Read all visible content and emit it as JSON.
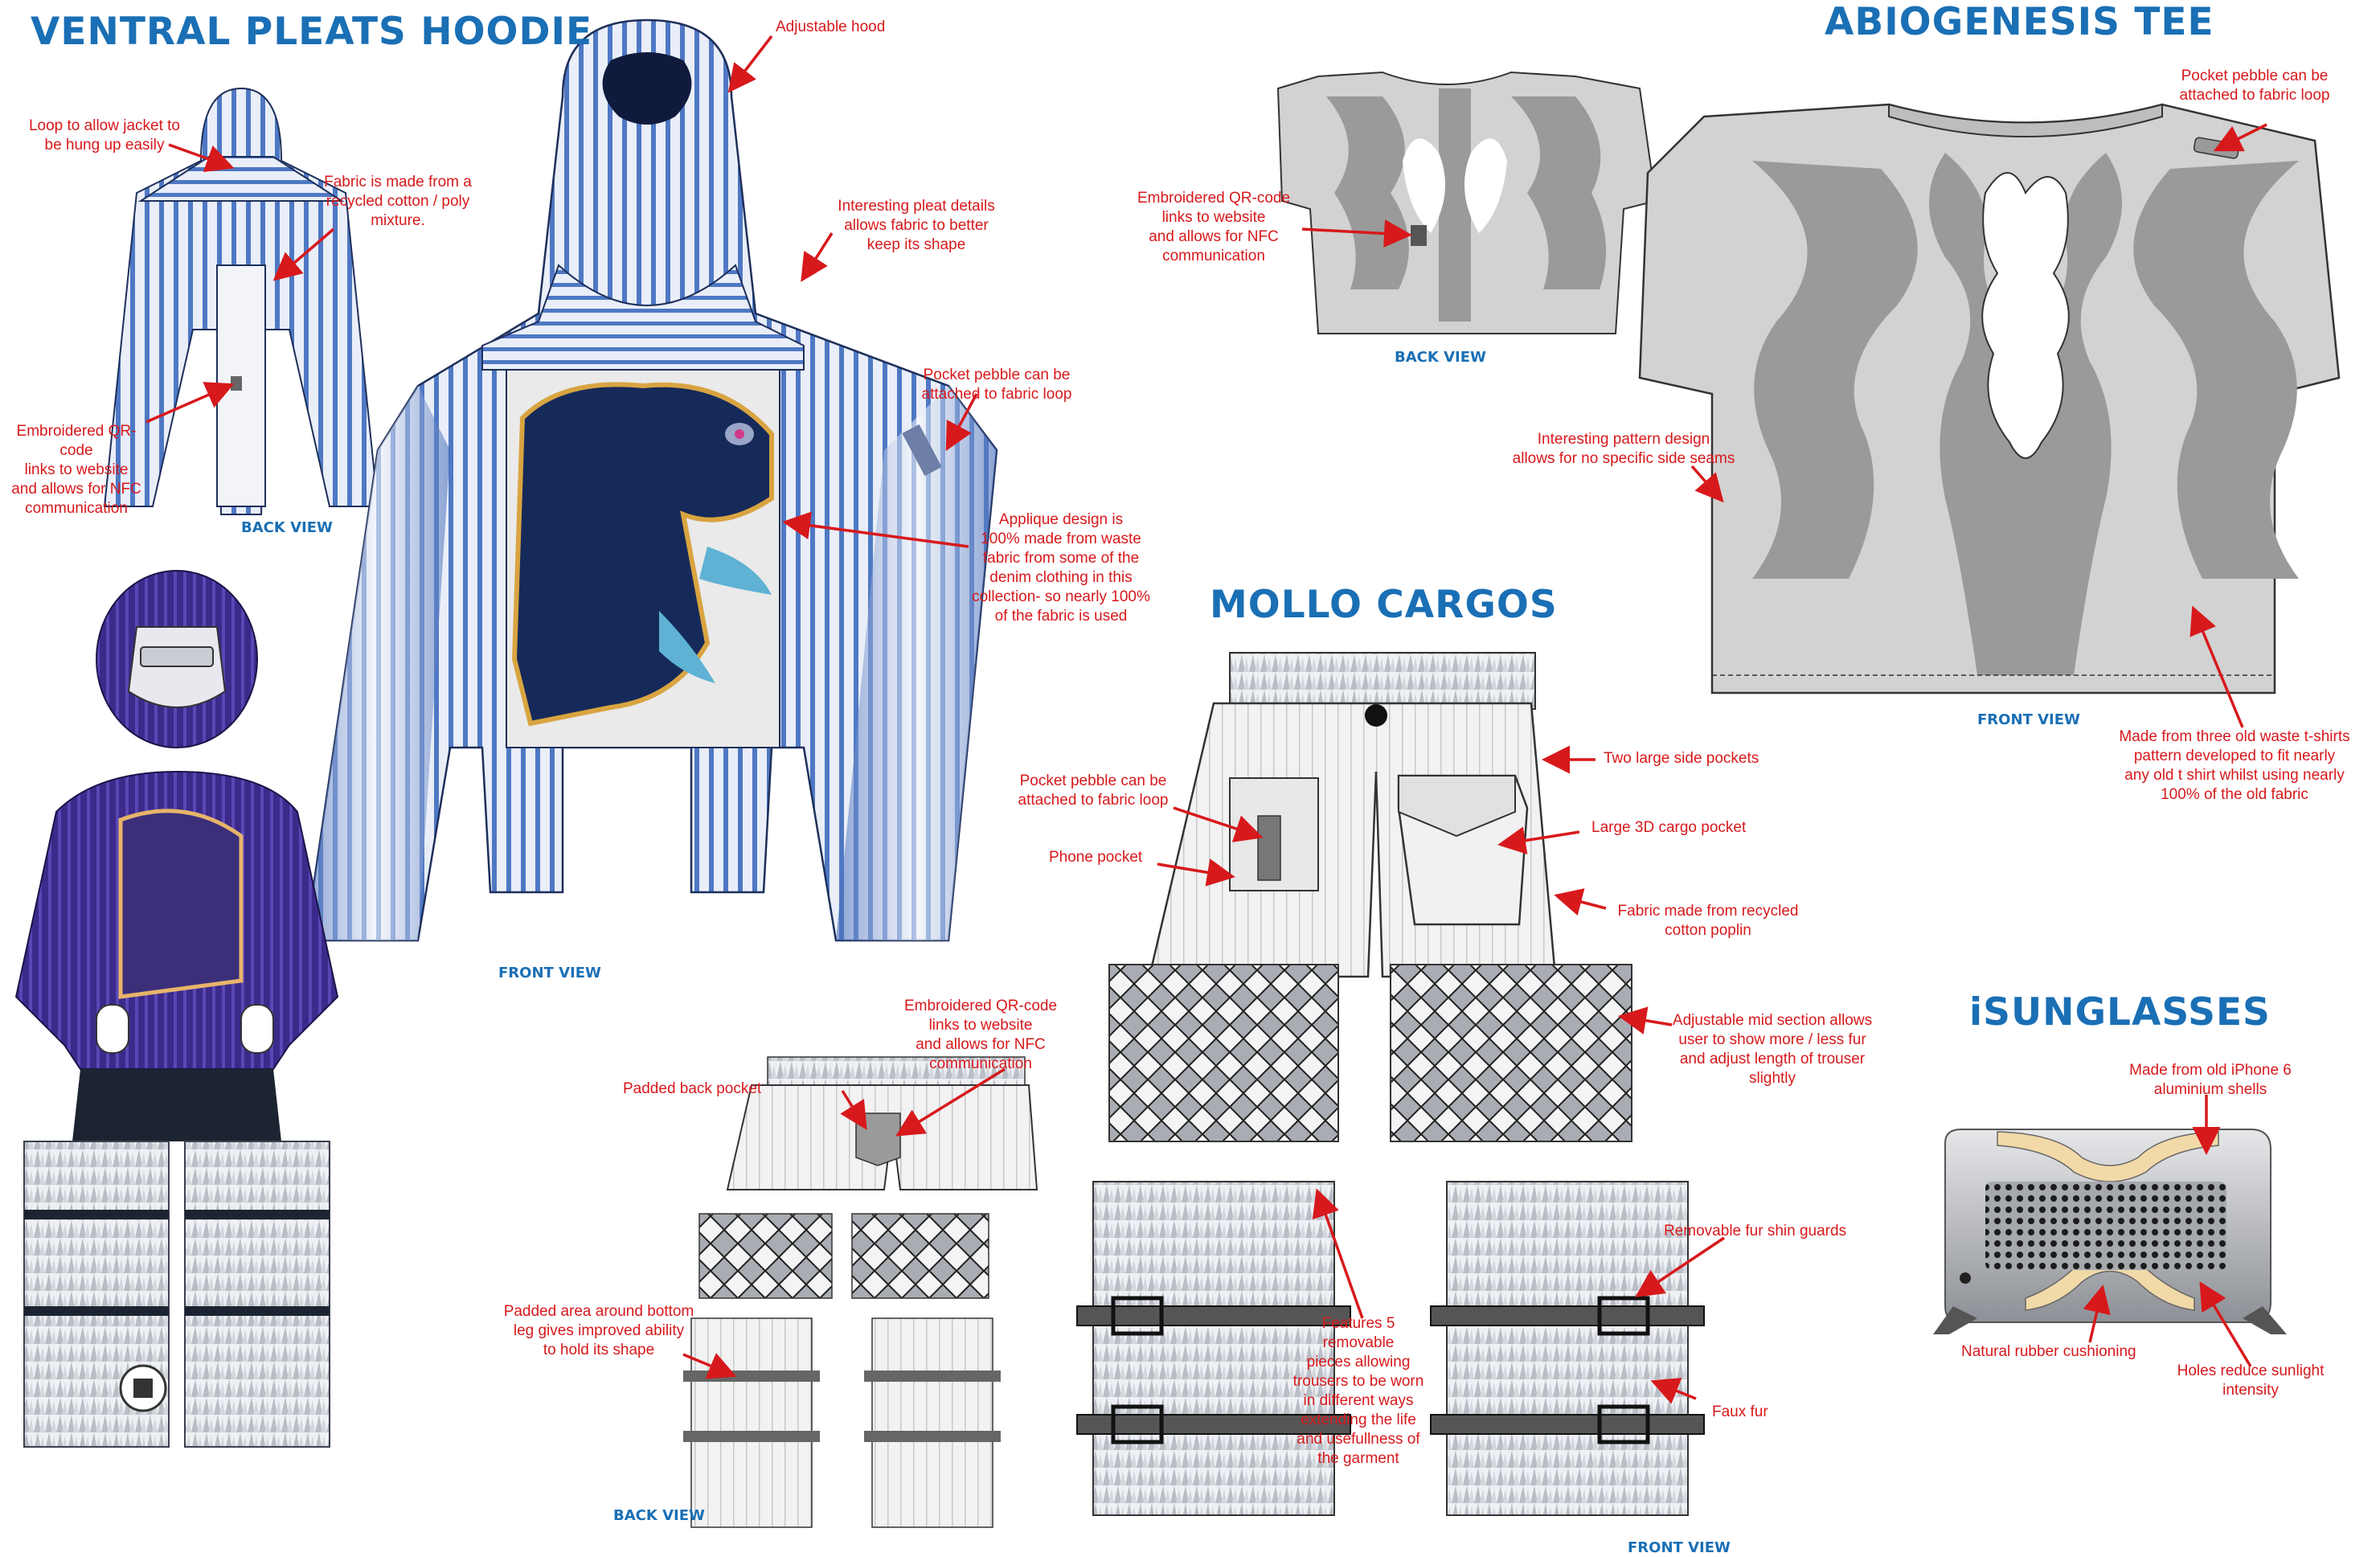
{
  "titles": {
    "hoodie": "VENTRAL PLEATS HOODIE",
    "tee": "ABIOGENESIS TEE",
    "cargos": "MOLLO CARGOS",
    "sunglasses": "iSUNGLASSES"
  },
  "views": {
    "hoodie_back": "BACK VIEW",
    "hoodie_front": "FRONT VIEW",
    "tee_back": "BACK VIEW",
    "tee_front": "FRONT VIEW",
    "cargos_back": "BACK VIEW",
    "cargos_front": "FRONT VIEW"
  },
  "notes": {
    "hoodie_loop": "Loop to allow jacket to\nbe hung up easily",
    "hoodie_fabric": "Fabric is made from a\nrecycled cotton / poly\nmixture.",
    "hoodie_qr": "Embroidered QR-code\nlinks to website\nand allows for NFC\ncommunication",
    "hoodie_hood": "Adjustable hood",
    "hoodie_pleat": "Interesting pleat details\nallows fabric to better\nkeep its shape",
    "hoodie_pebble": "Pocket pebble can be\nattached to fabric loop",
    "hoodie_applique": "Applique design is\n100% made from waste\nfabric from some of the\ndenim clothing in this\ncollection- so nearly 100%\nof the fabric is used",
    "tee_qr": "Embroidered QR-code\nlinks to website\nand allows for NFC\ncommunication",
    "tee_pebble": "Pocket pebble can be\nattached to fabric loop",
    "tee_pattern": "Interesting pattern design\nallows for no specific side seams",
    "tee_waste": "Made from three old waste t-shirts\npattern developed to fit nearly\nany old t shirt whilst using nearly\n100% of the old fabric",
    "cargo_pebble": "Pocket pebble can be\nattached to fabric loop",
    "cargo_phone": "Phone pocket",
    "cargo_side": "Two large side pockets",
    "cargo_3d": "Large 3D cargo pocket",
    "cargo_poplin": "Fabric made from recycled\ncotton poplin",
    "cargo_qr": "Embroidered QR-code\nlinks to website\nand allows for NFC\ncommunication",
    "cargo_padded_pocket": "Padded back pocket",
    "cargo_padded_leg": "Padded area around bottom\nleg gives improved ability\nto hold its shape",
    "cargo_mid": "Adjustable mid section allows\nuser to show more / less fur\nand adjust length of trouser\nslightly",
    "cargo_shin": "Removable fur shin guards",
    "cargo_faux": "Faux fur",
    "cargo_pieces": "Features 5 removable\npieces allowing\ntrousers to be worn\nin different ways\nextending the life\nand usefullness of\nthe garment",
    "sun_shells": "Made from old iPhone 6\naluminium shells",
    "sun_rubber": "Natural rubber cushioning",
    "sun_holes": "Holes reduce sunlight\nintensity"
  },
  "colors": {
    "title_blue": "#1a6fb5",
    "note_red": "#d7191c",
    "hoodie_blue": "#4f78c4",
    "tee_dark": "#9a9a9a",
    "tee_light": "#d2d2d2",
    "denim_dark": "#162a5a",
    "purple": "#3b2a8a"
  }
}
